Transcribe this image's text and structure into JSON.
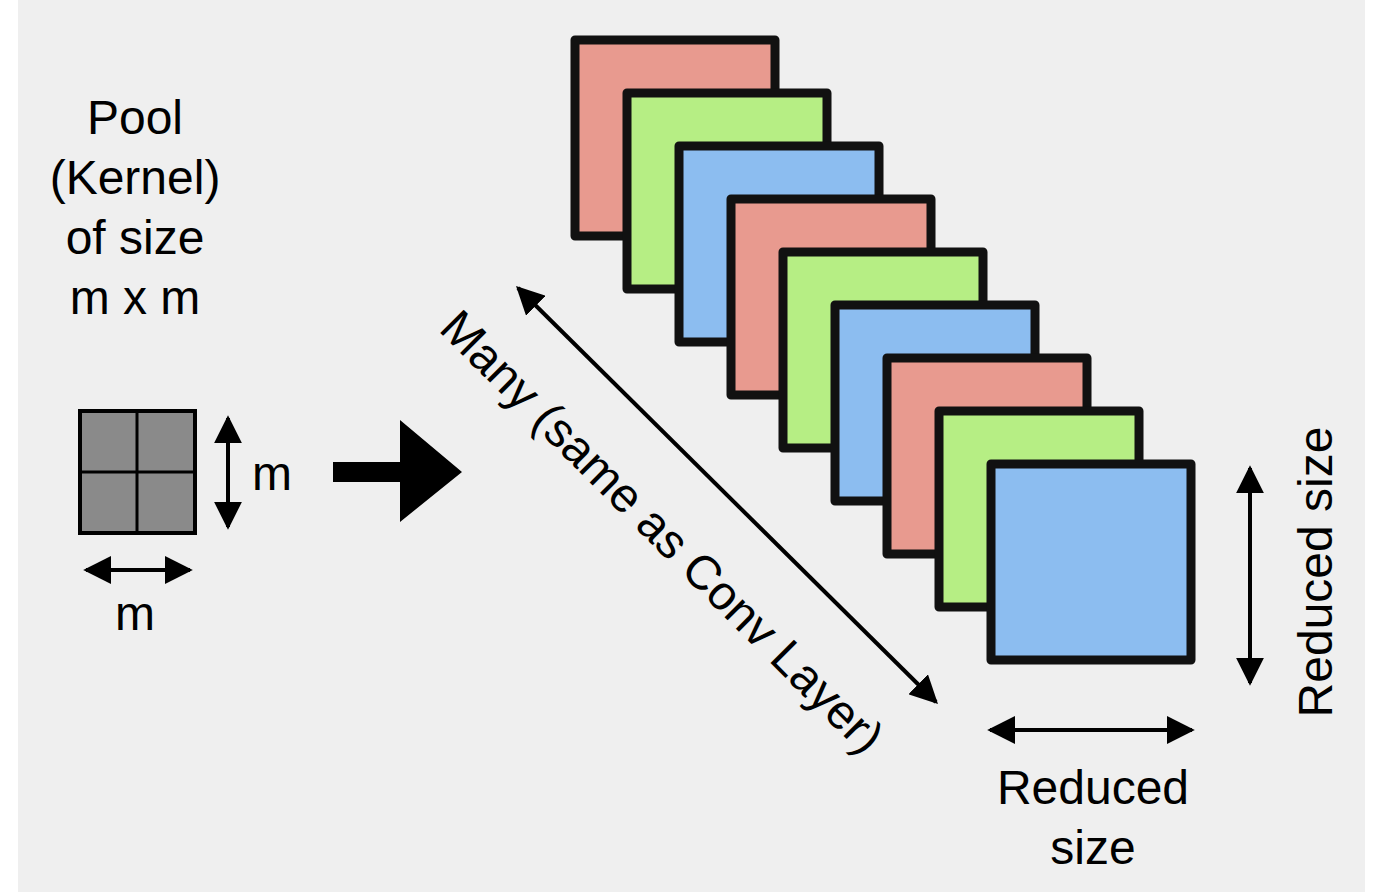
{
  "diagram": {
    "labels": [
      "Pool (Kernel) of size m x m",
      "m",
      "m",
      "Many (same as Conv Layer)",
      "Reduced size",
      "Reduced size"
    ]
  }
}
